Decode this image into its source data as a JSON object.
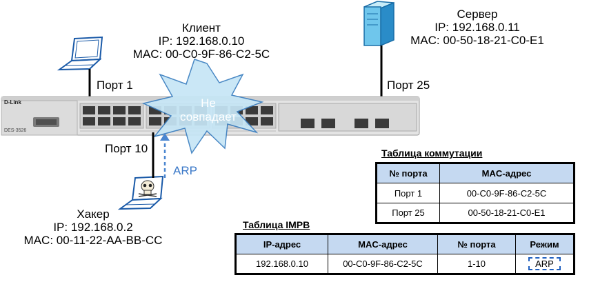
{
  "client": {
    "name": "Клиент",
    "ip": "IP: 192.168.0.10",
    "mac": "MAC: 00-C0-9F-86-C2-5C"
  },
  "server": {
    "name": "Сервер",
    "ip": "IP: 192.168.0.11",
    "mac": "MAC: 00-50-18-21-C0-E1"
  },
  "hacker": {
    "name": "Хакер",
    "ip": "IP: 192.168.0.2",
    "mac": "MAC: 00-11-22-AA-BB-CC"
  },
  "ports": {
    "p1": "Порт 1",
    "p25": "Порт 25",
    "p10": "Порт 10"
  },
  "arp_label": "ARP",
  "mismatch": {
    "line1": "Не",
    "line2": "совпадает"
  },
  "switch": {
    "brand": "D-Link",
    "model": "DES-3526"
  },
  "switching_table": {
    "title": "Таблица коммутации",
    "headers": [
      "№ порта",
      "MAC-адрес"
    ],
    "rows": [
      [
        "Порт 1",
        "00-C0-9F-86-C2-5C"
      ],
      [
        "Порт 25",
        "00-50-18-21-C0-E1"
      ]
    ]
  },
  "impb_table": {
    "title": "Таблица IMPB",
    "headers": [
      "IP-адрес",
      "MAC-адрес",
      "№ порта",
      "Режим"
    ],
    "rows": [
      [
        "192.168.0.10",
        "00-C0-9F-86-C2-5C",
        "1-10",
        "ARP"
      ]
    ]
  },
  "colors": {
    "header_fill": "#c5d9f1",
    "arp_arrow": "#4a86d0",
    "star_fill": "#c6e6f6"
  }
}
